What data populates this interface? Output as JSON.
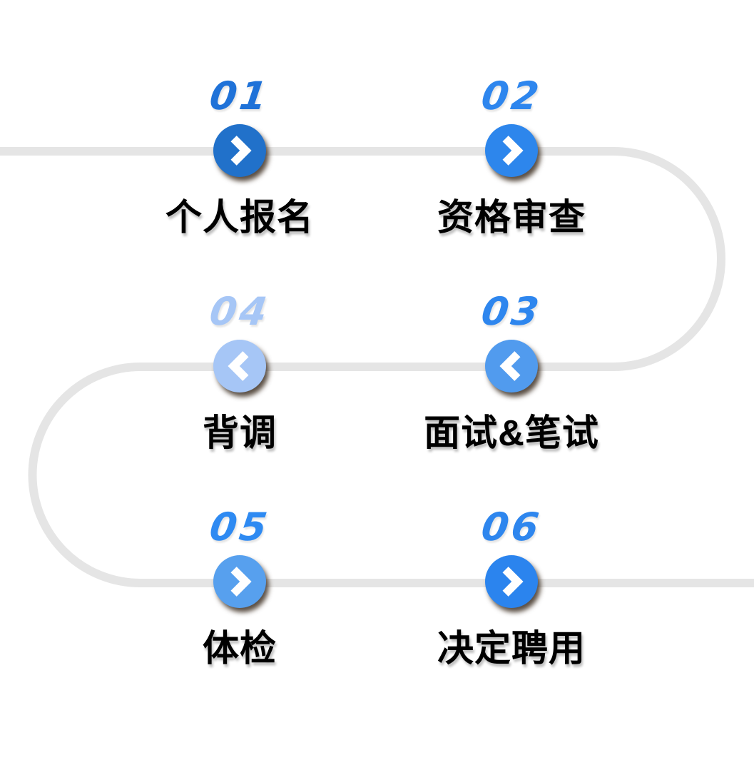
{
  "page": {
    "background": "#ffffff",
    "path_color": "#e5e5e5",
    "label_color": "#000000"
  },
  "process": {
    "steps": [
      {
        "number": "01",
        "label": "个人报名",
        "arrow_direction": "right",
        "circle_color": "#2171ca",
        "number_color": "#1f72d8",
        "row": 1,
        "column": "left"
      },
      {
        "number": "02",
        "label": "资格审查",
        "arrow_direction": "right",
        "circle_color": "#2d86ec",
        "number_color": "#2e86ee",
        "row": 1,
        "column": "right"
      },
      {
        "number": "03",
        "label": "面试&笔试",
        "arrow_direction": "left",
        "circle_color": "#519bee",
        "number_color": "#2e86ee",
        "row": 2,
        "column": "right"
      },
      {
        "number": "04",
        "label": "背调",
        "arrow_direction": "left",
        "circle_color": "#a6c6f6",
        "number_color": "#a6c6f6",
        "row": 2,
        "column": "left"
      },
      {
        "number": "05",
        "label": "体检",
        "arrow_direction": "right",
        "circle_color": "#57a0ee",
        "number_color": "#2e8af2",
        "row": 3,
        "column": "left"
      },
      {
        "number": "06",
        "label": "决定聘用",
        "arrow_direction": "right",
        "circle_color": "#2b84ee",
        "number_color": "#2e86ee",
        "row": 3,
        "column": "right"
      }
    ]
  }
}
